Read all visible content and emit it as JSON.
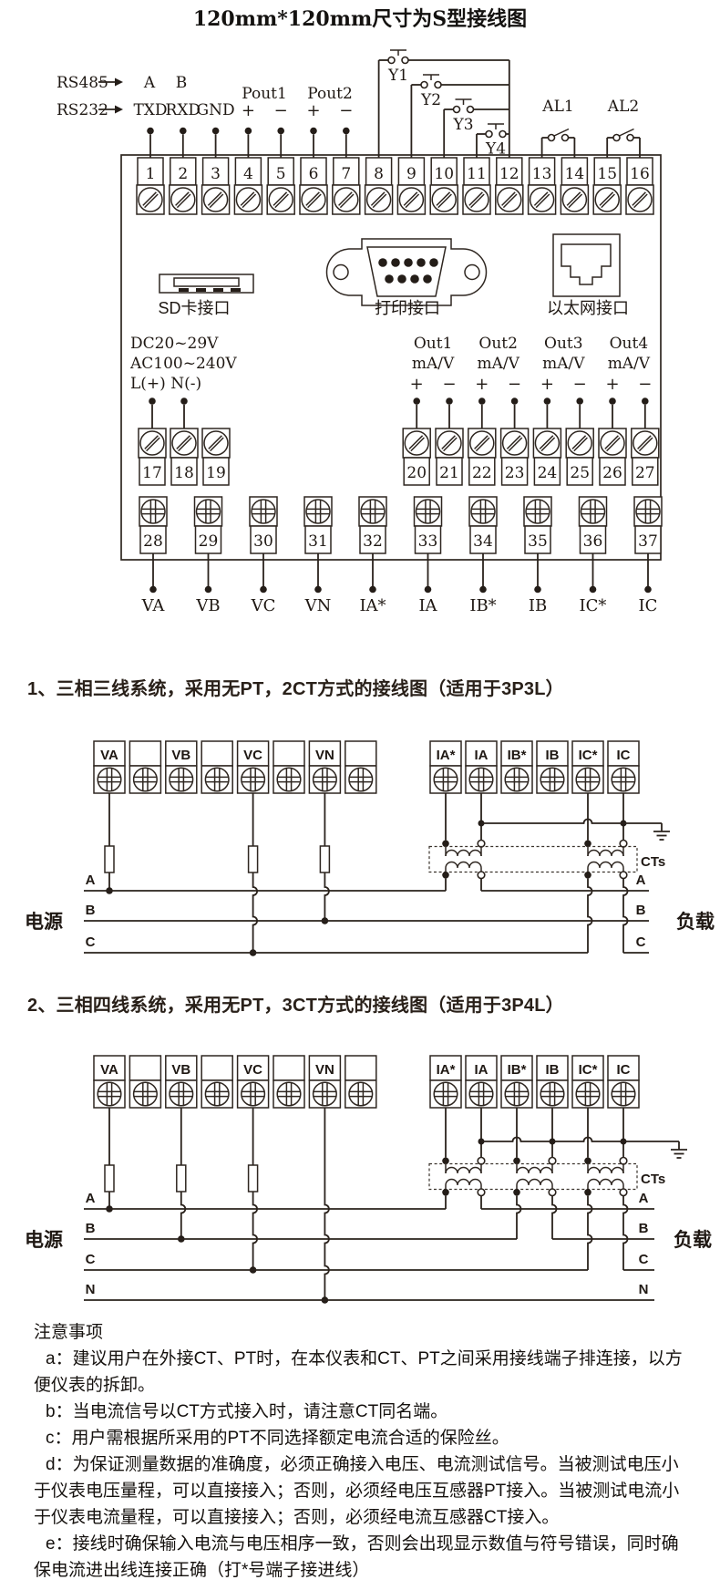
{
  "title": "120mm*120mm尺寸为S型接线图",
  "top": {
    "rs485": "RS485",
    "rs485_a": "A",
    "rs485_b": "B",
    "rs232": "RS232",
    "txd": "TXD",
    "rxd": "RXD",
    "gnd": "GND",
    "pout1": "Pout1",
    "pout2": "Pout2",
    "plus": "+",
    "minus": "−",
    "y_switches": [
      "Y1",
      "Y2",
      "Y3",
      "Y4"
    ],
    "alarms": [
      "AL1",
      "AL2"
    ],
    "row1": [
      "1",
      "2",
      "3",
      "4",
      "5",
      "6",
      "7",
      "8",
      "9",
      "10",
      "11",
      "12",
      "13",
      "14",
      "15",
      "16"
    ],
    "ports": {
      "sd": "SD卡接口",
      "print": "打印接口",
      "ethernet": "以太网接口"
    },
    "power": [
      "DC20~29V",
      "AC100~240V",
      "L(+) N(-)"
    ],
    "outputs": [
      "Out1",
      "Out2",
      "Out3",
      "Out4"
    ],
    "out_unit": "mA/V",
    "row2": [
      "17",
      "18",
      "19"
    ],
    "row3": [
      "20",
      "21",
      "22",
      "23",
      "24",
      "25",
      "26",
      "27"
    ],
    "row4": [
      "28",
      "29",
      "30",
      "31",
      "32",
      "33",
      "34",
      "35",
      "36",
      "37"
    ],
    "bottom_labels": [
      "VA",
      "VB",
      "VC",
      "VN",
      "IA*",
      "IA",
      "IB*",
      "IB",
      "IC*",
      "IC"
    ]
  },
  "diagram1": {
    "heading": "1、三相三线系统，采用无PT，2CT方式的接线图（适用于3P3L）",
    "strip_labels": [
      "VA",
      "VB",
      "VC",
      "VN",
      "IA*",
      "IA",
      "IB*",
      "IB",
      "IC*",
      "IC"
    ],
    "source": "电源",
    "load": "负载",
    "cts": "CTs",
    "left_phases": [
      "A",
      "B",
      "C"
    ],
    "right_phases": [
      "A",
      "B",
      "C"
    ]
  },
  "diagram2": {
    "heading": "2、三相四线系统，采用无PT，3CT方式的接线图（适用于3P4L）",
    "strip_labels": [
      "VA",
      "VB",
      "VC",
      "VN",
      "IA*",
      "IA",
      "IB*",
      "IB",
      "IC*",
      "IC"
    ],
    "source": "电源",
    "load": "负载",
    "cts": "CTs",
    "left_phases": [
      "A",
      "B",
      "C",
      "N"
    ],
    "right_phases": [
      "A",
      "B",
      "C",
      "N"
    ]
  },
  "notes": {
    "heading": "注意事项",
    "items": [
      "a：建议用户在外接CT、PT时，在本仪表和CT、PT之间采用接线端子排连接，以方便仪表的拆卸。",
      "b：当电流信号以CT方式接入时，请注意CT同名端。",
      "c：用户需根据所采用的PT不同选择额定电流合适的保险丝。",
      "d：为保证测量数据的准确度，必须正确接入电压、电流测试信号。当被测试电压小于仪表电压量程，可以直接接入；否则，必须经电压互感器PT接入。当被测试电流小于仪表电流量程，可以直接接入；否则，必须经电流互感器CT接入。",
      "e：接线时确保输入电流与电压相序一致，否则会出现显示数值与符号错误，同时确保电流进出线连接正确（打*号端子接进线）"
    ]
  }
}
